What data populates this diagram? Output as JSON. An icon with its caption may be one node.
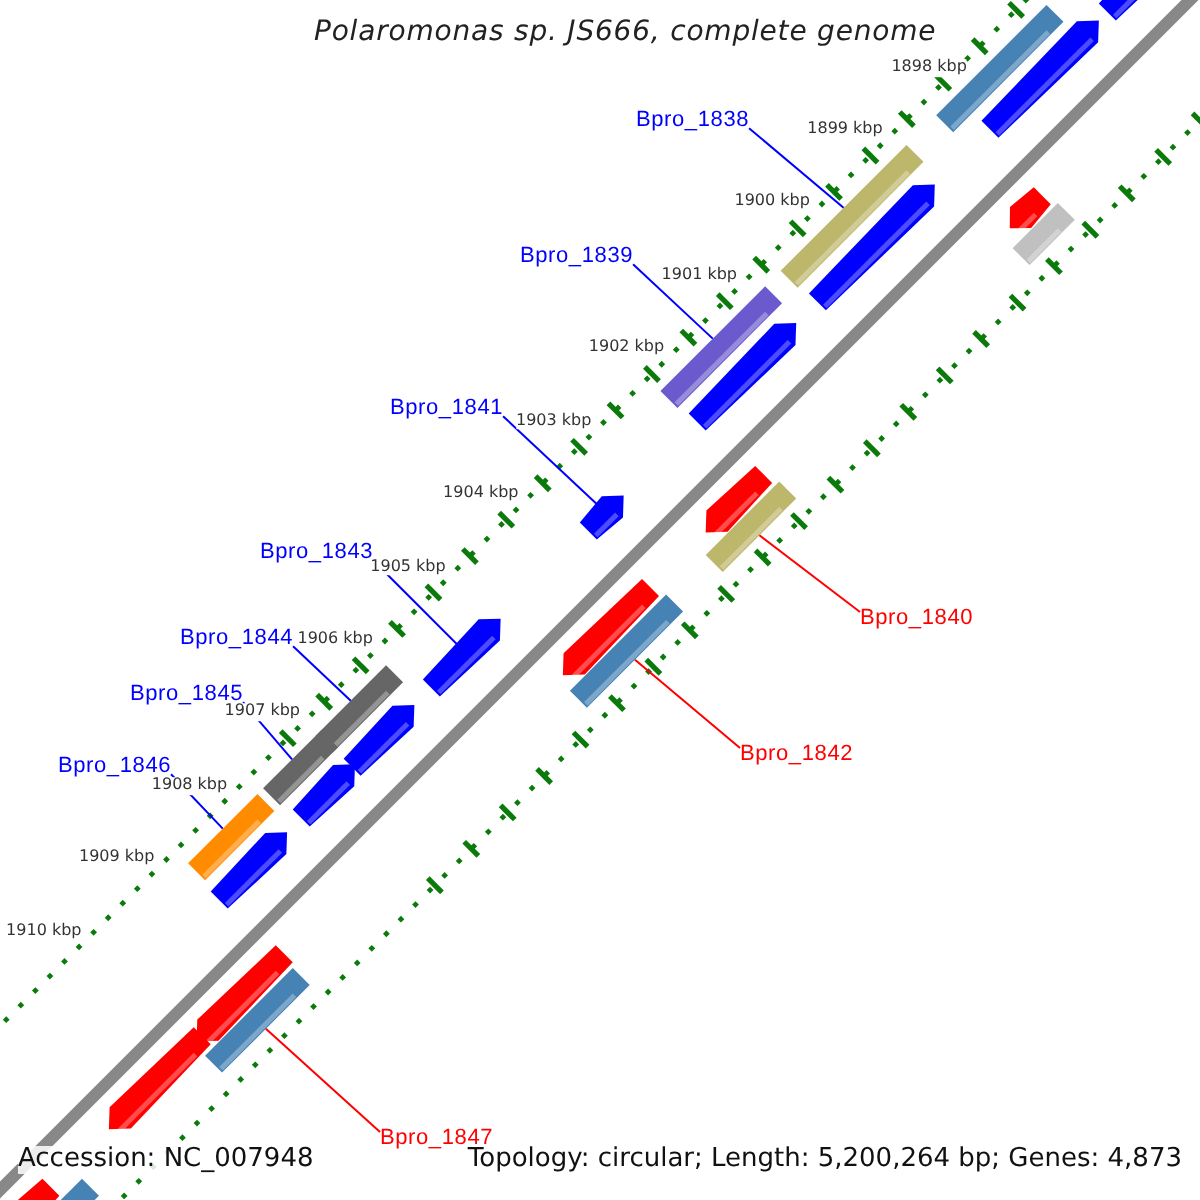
{
  "diagram": {
    "title": "Polaromonas sp. JS666, complete genome",
    "nodes": [
      {
        "text": [
          "Bpro_1838"
        ]
      },
      {
        "text": [],
        "shape": "bar"
      },
      {
        "text": [
          "Bpro_1839"
        ]
      },
      {
        "text": [],
        "shape": "bar"
      },
      {
        "text": [
          "Bpro_1841"
        ]
      },
      {
        "text": [],
        "shape": "arrow"
      },
      {
        "text": [
          "Bpro_1840"
        ]
      },
      {
        "text": [],
        "shape": "bar"
      },
      {
        "text": [
          "Bpro_1843"
        ]
      },
      {
        "text": [],
        "shape": "arrow"
      },
      {
        "text": [
          "Bpro_1844"
        ]
      },
      {
        "text": [],
        "shape": "bar"
      },
      {
        "text": [
          "Bpro_1842"
        ]
      },
      {
        "text": [],
        "shape": "bar"
      },
      {
        "text": [
          "Bpro_1845"
        ]
      },
      {
        "text": [],
        "shape": "bar"
      },
      {
        "text": [
          "Bpro_1846"
        ]
      },
      {
        "text": [],
        "shape": "bar"
      },
      {
        "text": [
          "Bpro_1847"
        ]
      },
      {
        "text": [],
        "shape": "bar"
      },
      {
        "text": [],
        "shape": "arrow"
      },
      {
        "text": [],
        "shape": "bar"
      },
      {
        "text": [],
        "shape": "arrow"
      },
      {
        "text": [],
        "shape": "arrow"
      },
      {
        "text": [],
        "shape": "bar"
      },
      {
        "text": [],
        "shape": "arrow"
      },
      {
        "text": [],
        "shape": "arrow"
      },
      {
        "text": [],
        "shape": "arrow"
      },
      {
        "text": [],
        "shape": "arrow"
      },
      {
        "text": [],
        "shape": "arrow"
      },
      {
        "text": [],
        "shape": "arrow"
      },
      {
        "text": [],
        "shape": "arrow"
      },
      {
        "text": [],
        "shape": "arrow"
      },
      {
        "text": [],
        "shape": "arrow"
      },
      {
        "text": [],
        "shape": "arrow"
      },
      {
        "text": [],
        "shape": "bar"
      }
    ],
    "edges": [
      {
        "from": 0,
        "to": 1,
        "arrow": "none"
      },
      {
        "from": 2,
        "to": 3,
        "arrow": "none"
      },
      {
        "from": 4,
        "to": 5,
        "arrow": "none"
      },
      {
        "from": 6,
        "to": 7,
        "arrow": "none",
        "color": "#ff0000"
      },
      {
        "from": 8,
        "to": 9,
        "arrow": "none"
      },
      {
        "from": 10,
        "to": 11,
        "arrow": "none"
      },
      {
        "from": 12,
        "to": 13,
        "arrow": "none",
        "color": "#ff0000"
      },
      {
        "from": 14,
        "to": 15,
        "arrow": "none"
      },
      {
        "from": 16,
        "to": 17,
        "arrow": "none"
      },
      {
        "from": 18,
        "to": 19,
        "arrow": "none",
        "color": "#ff0000"
      }
    ],
    "labels": [
      "1898 kbp",
      "1899 kbp",
      "1900 kbp",
      "1901 kbp",
      "1902 kbp",
      "1903 kbp",
      "1904 kbp",
      "1905 kbp",
      "1906 kbp",
      "1907 kbp",
      "1908 kbp",
      "1909 kbp",
      "1910 kbp",
      "Accession: NC_007948",
      "Topology: circular; Length: 5,200,264 bp; Genes: 4,873"
    ]
  }
}
